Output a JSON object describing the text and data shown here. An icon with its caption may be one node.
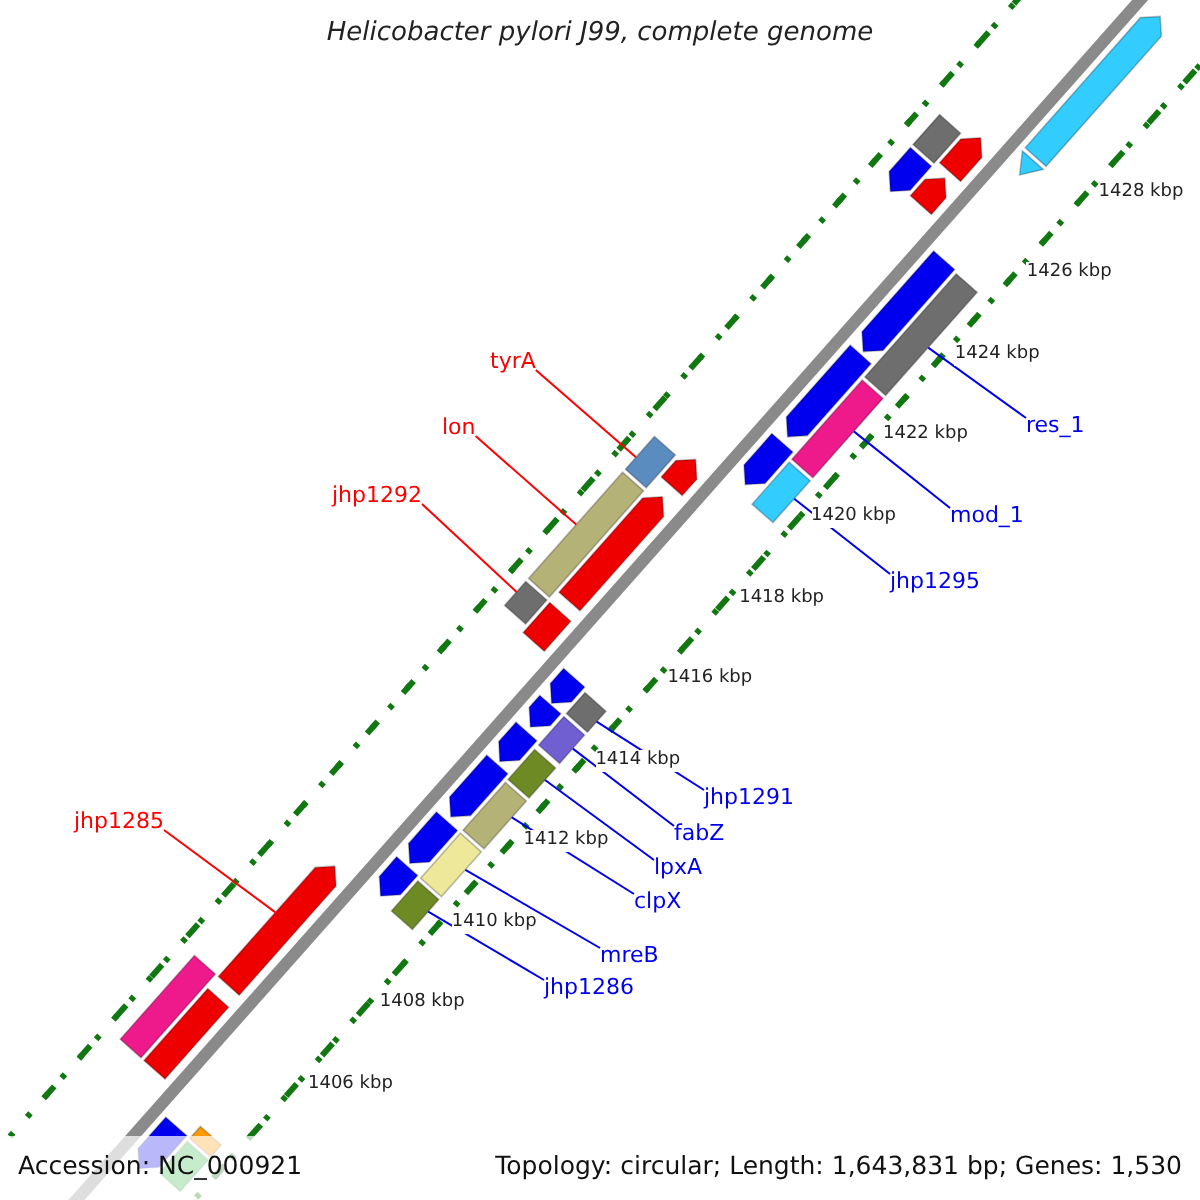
{
  "diagram": {
    "title": "Helicobacter pylori J99, complete genome",
    "nodes": [
      {
        "text": [
          "tyrA"
        ]
      },
      {
        "text": [
          "lon"
        ]
      },
      {
        "text": [
          "jhp1292"
        ]
      },
      {
        "text": [
          "res_1"
        ]
      },
      {
        "text": [
          "mod_1"
        ]
      },
      {
        "text": [
          "jhp1295"
        ]
      },
      {
        "text": [
          "jhp1291"
        ]
      },
      {
        "text": [
          "fabZ"
        ]
      },
      {
        "text": [
          "lpxA"
        ]
      },
      {
        "text": [
          "clpX"
        ]
      },
      {
        "text": [
          "mreB"
        ]
      },
      {
        "text": [
          "jhp1286"
        ]
      },
      {
        "text": [
          "jhp1285"
        ]
      },
      {
        "text": [],
        "shape": "arrow"
      },
      {
        "text": [],
        "shape": "triangle"
      },
      {
        "text": [],
        "shape": "arrow"
      },
      {
        "text": [],
        "shape": "bar"
      },
      {
        "text": [],
        "shape": "arrow"
      },
      {
        "text": [],
        "shape": "arrow"
      },
      {
        "text": [],
        "shape": "arrow"
      },
      {
        "text": [],
        "shape": "bar"
      },
      {
        "text": [],
        "shape": "arrow"
      },
      {
        "text": [],
        "shape": "bar"
      },
      {
        "text": [],
        "shape": "arrow"
      },
      {
        "text": [],
        "shape": "bar"
      },
      {
        "text": [],
        "shape": "arrow"
      },
      {
        "text": [],
        "shape": "bar"
      },
      {
        "text": [],
        "shape": "arrow"
      },
      {
        "text": [],
        "shape": "bar"
      },
      {
        "text": [],
        "shape": "bar"
      },
      {
        "text": [],
        "shape": "bar"
      },
      {
        "text": [],
        "shape": "bar"
      },
      {
        "text": [],
        "shape": "arrow"
      },
      {
        "text": [],
        "shape": "arrow"
      },
      {
        "text": [],
        "shape": "bar"
      },
      {
        "text": [],
        "shape": "arrow"
      },
      {
        "text": [],
        "shape": "bar"
      },
      {
        "text": [],
        "shape": "arrow"
      },
      {
        "text": [],
        "shape": "bar"
      },
      {
        "text": [],
        "shape": "arrow"
      },
      {
        "text": [],
        "shape": "bar"
      },
      {
        "text": [],
        "shape": "arrow"
      },
      {
        "text": [],
        "shape": "bar"
      },
      {
        "text": [],
        "shape": "arrow"
      },
      {
        "text": [],
        "shape": "bar"
      },
      {
        "text": [],
        "shape": "bar"
      },
      {
        "text": [],
        "shape": "bar"
      },
      {
        "text": [],
        "shape": "arrow"
      },
      {
        "text": [],
        "shape": "bar"
      }
    ],
    "edges": [
      {
        "from": 0,
        "to": 26,
        "arrow": "none",
        "color": "#ff0000"
      },
      {
        "from": 1,
        "to": 28,
        "arrow": "none",
        "color": "#ff0000"
      },
      {
        "from": 2,
        "to": 29,
        "arrow": "none",
        "color": "#ff0000"
      },
      {
        "from": 3,
        "to": 20,
        "arrow": "none"
      },
      {
        "from": 4,
        "to": 22,
        "arrow": "none"
      },
      {
        "from": 5,
        "to": 24,
        "arrow": "none"
      },
      {
        "from": 6,
        "to": 31,
        "arrow": "none"
      },
      {
        "from": 7,
        "to": 34,
        "arrow": "none"
      },
      {
        "from": 8,
        "to": 36,
        "arrow": "none"
      },
      {
        "from": 9,
        "to": 38,
        "arrow": "none"
      },
      {
        "from": 10,
        "to": 40,
        "arrow": "none"
      },
      {
        "from": 11,
        "to": 42,
        "arrow": "none"
      },
      {
        "from": 12,
        "to": 43,
        "arrow": "none",
        "color": "#ff0000"
      }
    ],
    "labels": [
      "1428 kbp",
      "1426 kbp",
      "1424 kbp",
      "1422 kbp",
      "1420 kbp",
      "1418 kbp",
      "1416 kbp",
      "1414 kbp",
      "1412 kbp",
      "1410 kbp",
      "1408 kbp",
      "1406 kbp",
      "Accession: NC_000921",
      "Topology: circular; Length: 1,643,831 bp; Genes: 1,530"
    ]
  }
}
